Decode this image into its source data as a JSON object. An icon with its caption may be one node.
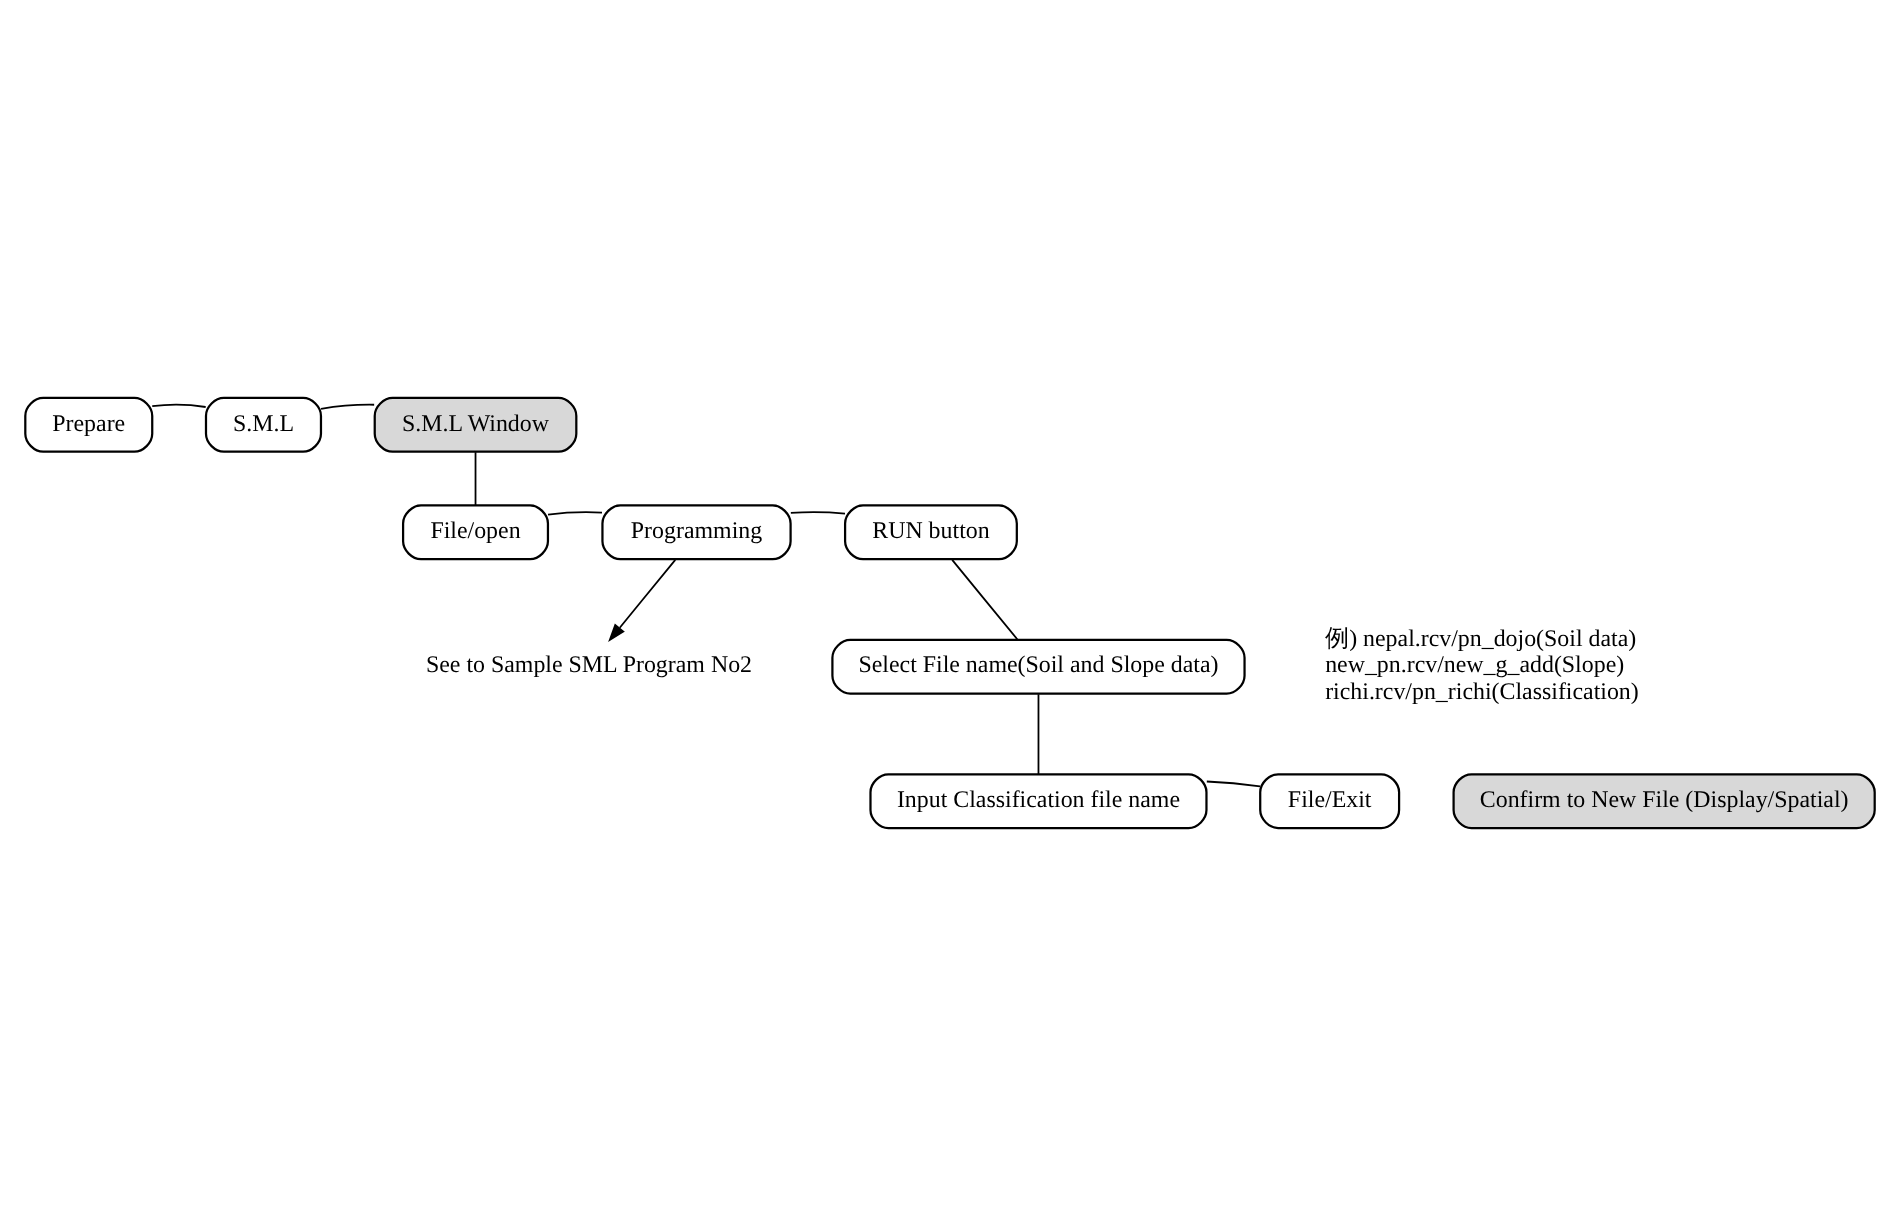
{
  "diagram": {
    "nodes": [
      {
        "text": [
          "Prepare"
        ]
      },
      {
        "text": [
          "S.M.L"
        ]
      },
      {
        "text": [
          "S.M.L Window"
        ]
      },
      {
        "text": [
          "File/open"
        ]
      },
      {
        "text": [
          "Programming"
        ]
      },
      {
        "text": [
          "RUN button"
        ]
      },
      {
        "text": [
          "See to Sample SML Program No2"
        ]
      },
      {
        "text": [
          "Select File name(Soil and Slope data)"
        ]
      },
      {
        "text": [
          "Input Classification file name"
        ]
      },
      {
        "text": [
          "File/Exit"
        ]
      },
      {
        "text": [
          "Confirm to New File (Display/Spatial)"
        ]
      }
    ],
    "edges": [
      {
        "from": 0,
        "to": 1,
        "arrow": "none"
      },
      {
        "from": 1,
        "to": 2,
        "arrow": "none"
      },
      {
        "from": 2,
        "to": 3,
        "arrow": "none"
      },
      {
        "from": 3,
        "to": 4,
        "arrow": "none"
      },
      {
        "from": 4,
        "to": 5,
        "arrow": "none"
      },
      {
        "from": 4,
        "to": 6,
        "arrow": "to"
      },
      {
        "from": 5,
        "to": 7,
        "arrow": "none"
      },
      {
        "from": 7,
        "to": 8,
        "arrow": "none"
      },
      {
        "from": 8,
        "to": 9,
        "arrow": "none"
      }
    ],
    "labels": [
      "例) nepal.rcv/pn_dojo(Soil data)",
      "new_pn.rcv/new_g_add(Slope)",
      "richi.rcv/pn_richi(Classification)"
    ]
  }
}
